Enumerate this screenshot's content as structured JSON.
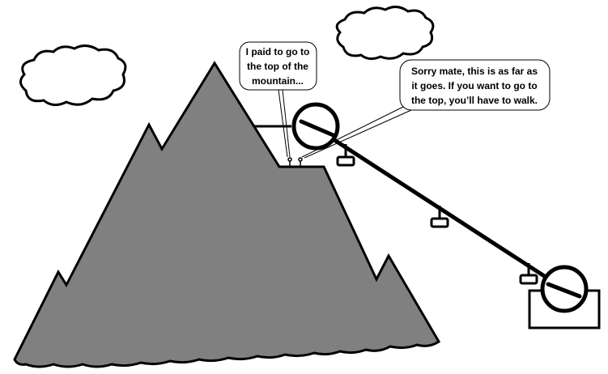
{
  "scene": {
    "colors": {
      "mountain_fill": "#808080",
      "outline": "#000000",
      "background": "#ffffff"
    },
    "speech_bubbles": {
      "hiker": {
        "lines": [
          "I paid to go to",
          "the top of the",
          "mountain..."
        ]
      },
      "operator": {
        "lines": [
          "Sorry mate, this is as far as",
          "it goes. If you want to go to",
          "the top, you’ll have to walk."
        ]
      }
    }
  }
}
